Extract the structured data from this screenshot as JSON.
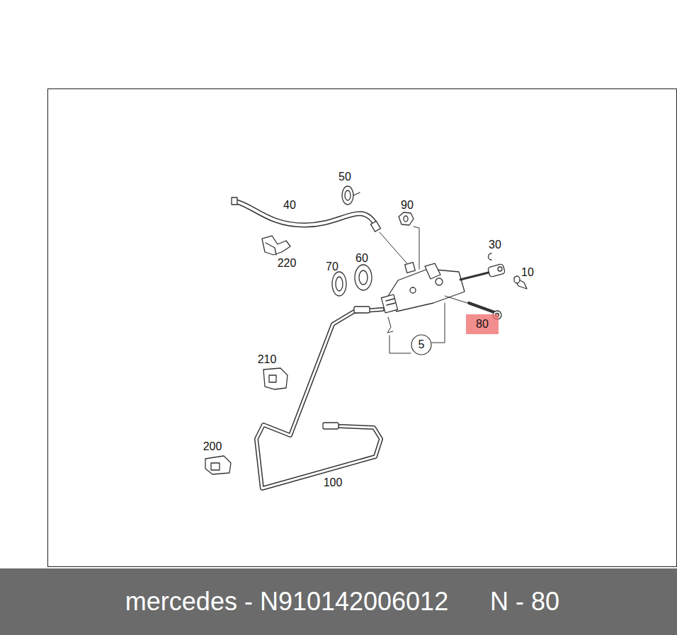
{
  "diagram": {
    "nodes": [
      {
        "text": [
          "5"
        ]
      },
      {
        "text": [
          "80"
        ]
      },
      {
        "text": [
          "mercedes - N910142006012",
          "N - 80"
        ]
      }
    ],
    "labels": [
      "50",
      "40",
      "90",
      "220",
      "70",
      "60",
      "30",
      "10",
      "210",
      "200",
      "100"
    ]
  }
}
